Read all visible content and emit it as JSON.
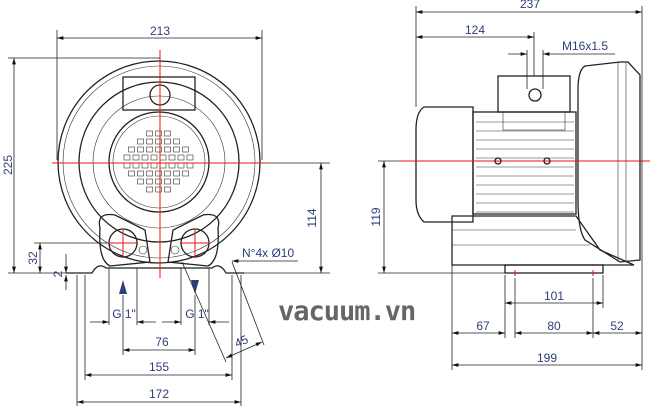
{
  "front_view": {
    "dims": {
      "width": "213",
      "height": "225",
      "center_height": "114",
      "port_height": "32",
      "flange": "2",
      "holes": "N°4x Ø10",
      "port_left": "G 1\"",
      "port_right": "G 1\"",
      "port_spacing": "76",
      "foot_inner": "155",
      "foot_outer": "172",
      "angle_dim": "45"
    }
  },
  "side_view": {
    "dims": {
      "length": "237",
      "box_offset": "124",
      "thread": "M16x1.5",
      "center_height": "119",
      "foot_plate": "101",
      "rear_offset": "67",
      "hole_spacing": "80",
      "front_offset": "52",
      "base_length": "199"
    }
  },
  "watermark": "vacuum.vn",
  "colors": {
    "dimension_text": "#2d3e7a",
    "centerline": "#e11111"
  }
}
